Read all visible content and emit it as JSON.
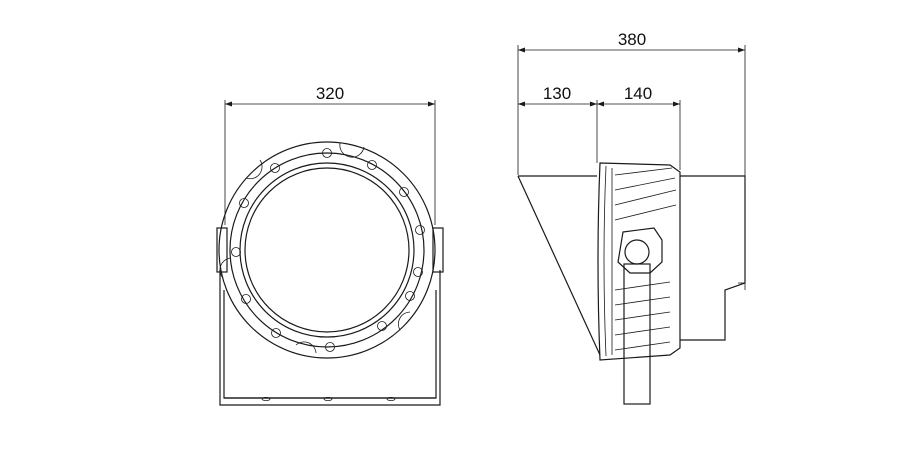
{
  "dimensions": {
    "front_width": "320",
    "side_total": "380",
    "side_segment_a": "130",
    "side_segment_b": "140"
  },
  "colors": {
    "stroke": "#1a1a1a",
    "background": "#ffffff"
  }
}
